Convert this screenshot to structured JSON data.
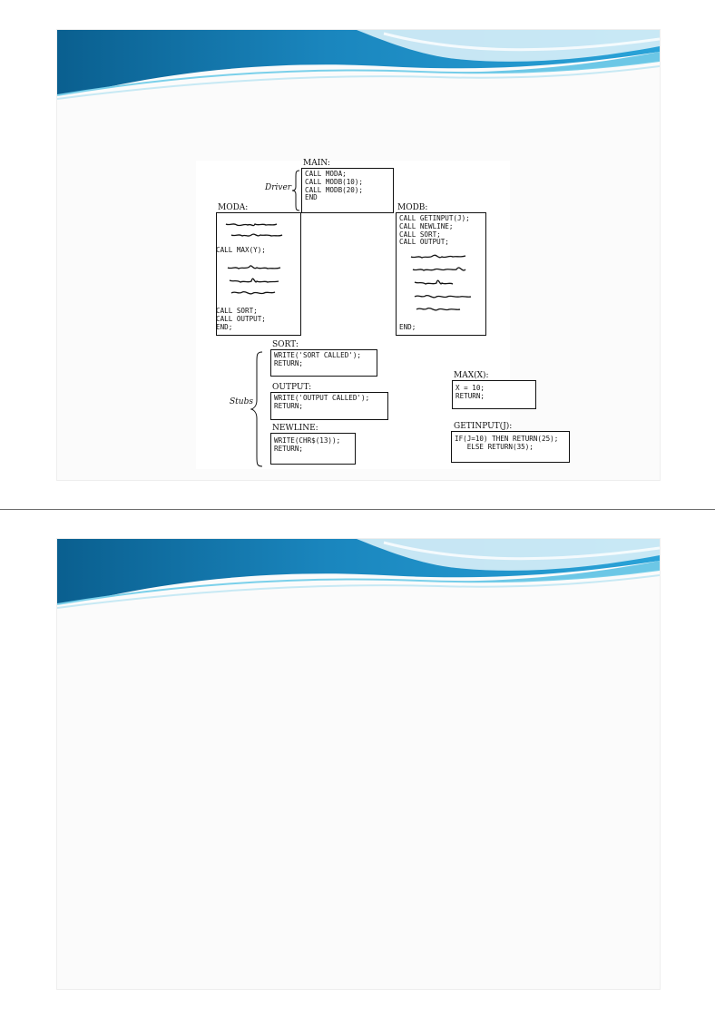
{
  "diagram": {
    "driver_label": "Driver",
    "stubs_label": "Stubs",
    "main": {
      "title": "MAIN:",
      "lines": [
        "CALL MODA;",
        "CALL MODB(10);",
        "CALL MODB(20);",
        "END"
      ]
    },
    "moda": {
      "title": "MODA:",
      "call_max": "CALL MAX(Y);",
      "end_lines": [
        "CALL SORT;",
        "CALL OUTPUT;",
        "END;"
      ]
    },
    "modb": {
      "title": "MODB:",
      "lines": [
        "CALL GETINPUT(J);",
        "CALL NEWLINE;",
        "CALL SORT;",
        "CALL OUTPUT;"
      ],
      "end": "END;"
    },
    "sort": {
      "title": "SORT:",
      "lines": [
        "WRITE('SORT CALLED');",
        "RETURN;"
      ]
    },
    "output": {
      "title": "OUTPUT:",
      "lines": [
        "WRITE('OUTPUT CALLED');",
        "RETURN;"
      ]
    },
    "newline": {
      "title": "NEWLINE:",
      "lines": [
        "WRITE(CHR$(13));",
        "RETURN;"
      ]
    },
    "max": {
      "title": "MAX(X):",
      "lines": [
        "X = 10;",
        "RETURN;"
      ]
    },
    "getinput": {
      "title": "GETINPUT(J):",
      "lines": [
        "IF(J=10) THEN RETURN(25);",
        "   ELSE RETURN(35);"
      ]
    }
  }
}
